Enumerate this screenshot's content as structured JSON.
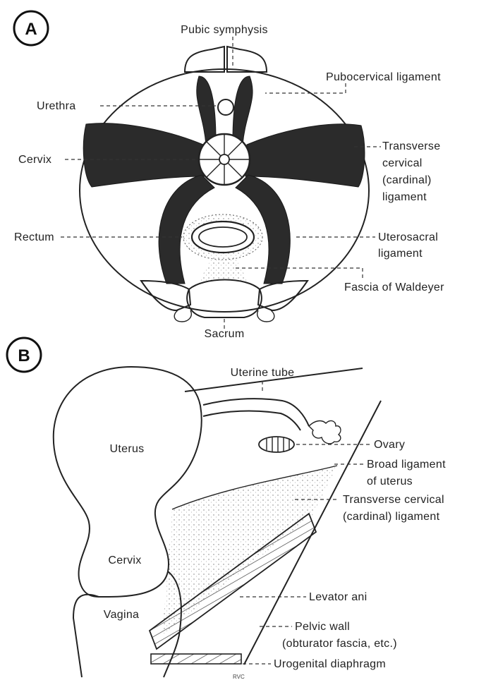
{
  "panel_a": {
    "letter": "A",
    "labels": {
      "pubic_symphysis": "Pubic symphysis",
      "pubocervical_ligament": "Pubocervical ligament",
      "urethra": "Urethra",
      "cervix": "Cervix",
      "transverse_cervical_1": "Transverse",
      "transverse_cervical_2": "cervical",
      "transverse_cervical_3": "(cardinal)",
      "transverse_cervical_4": "ligament",
      "rectum": "Rectum",
      "uterosacral_1": "Uterosacral",
      "uterosacral_2": "ligament",
      "fascia_waldeyer": "Fascia of Waldeyer",
      "sacrum": "Sacrum"
    }
  },
  "panel_b": {
    "letter": "B",
    "labels": {
      "uterine_tube": "Uterine tube",
      "uterus": "Uterus",
      "ovary": "Ovary",
      "broad_ligament_1": "Broad ligament",
      "broad_ligament_2": "of uterus",
      "transverse_cervical_1": "Transverse cervical",
      "transverse_cervical_2": "(cardinal) ligament",
      "cervix": "Cervix",
      "vagina": "Vagina",
      "levator_ani": "Levator ani",
      "pelvic_wall_1": "Pelvic wall",
      "pelvic_wall_2": "(obturator fascia, etc.)",
      "urogenital_diaphragm": "Urogenital diaphragm",
      "artist_initials": "RVC"
    }
  }
}
